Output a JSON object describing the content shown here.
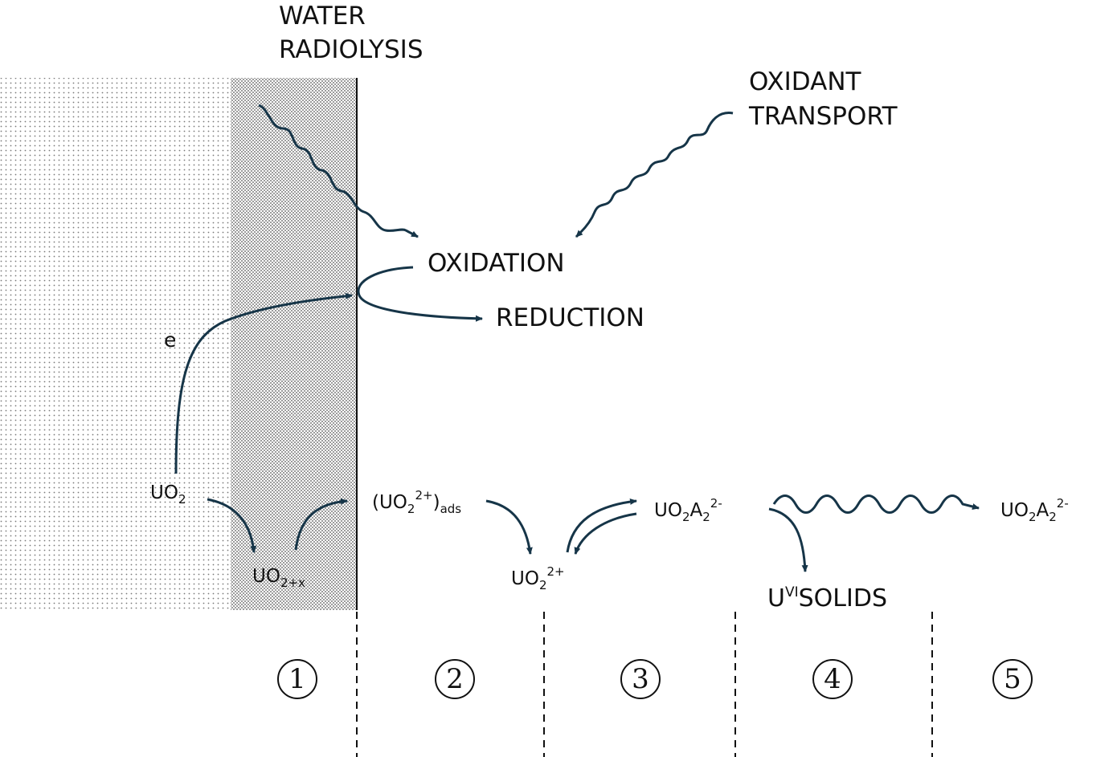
{
  "labels": {
    "water_radiolysis_1": "WATER",
    "water_radiolysis_2": "RADIOLYSIS",
    "oxidant_transport_1": "OXIDANT",
    "oxidant_transport_2": "TRANSPORT",
    "oxidation": "OXIDATION",
    "reduction": "REDUCTION",
    "electron": "e",
    "u_solids_prefix": "U",
    "u_solids_sup": "VI",
    "u_solids_suffix": "SOLIDS"
  },
  "species": {
    "uo2": {
      "base": "UO",
      "sub": "2"
    },
    "uo2x": {
      "base": "UO",
      "sub": "2+x"
    },
    "uo2_ads": {
      "open": "(UO",
      "sub": "2",
      "sup": "2+",
      "close": ")",
      "sub2": "ads"
    },
    "uo2_2plus": {
      "base": "UO",
      "sub": "2",
      "sup": "2+"
    },
    "uo2a2_mid": {
      "base": "UO",
      "sub1": "2",
      "mid": "A",
      "sub2": "2",
      "sup": "2-"
    },
    "uo2a2_right": {
      "base": "UO",
      "sub1": "2",
      "mid": "A",
      "sub2": "2",
      "sup": "2-"
    }
  },
  "zones": [
    "1",
    "2",
    "3",
    "4",
    "5"
  ],
  "colors": {
    "arrow": "#163548",
    "line": "#111111",
    "stipple": "#555555"
  }
}
